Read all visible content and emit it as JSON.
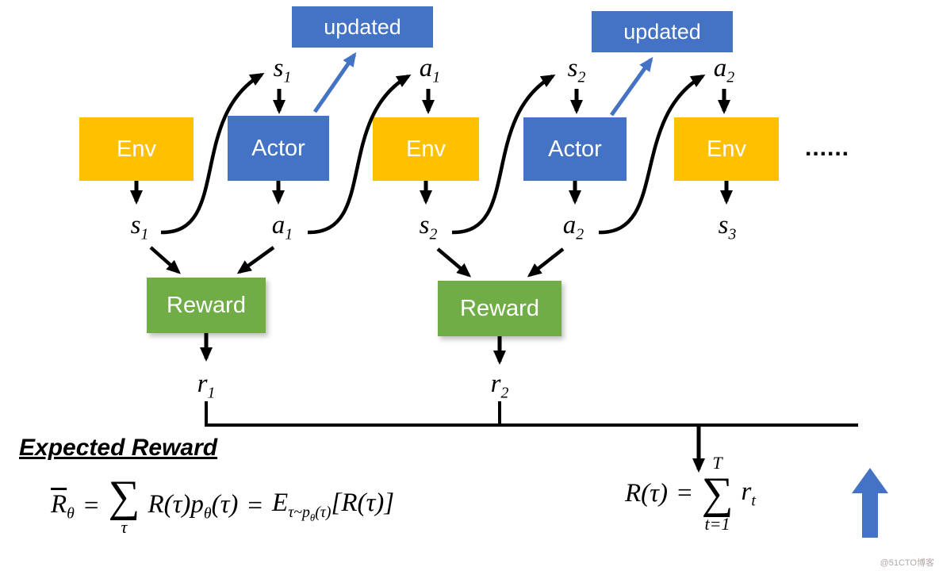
{
  "colors": {
    "env_box": "#FFC000",
    "actor_box": "#4472C4",
    "updated_box": "#4472C4",
    "reward_box": "#70AD47",
    "update_arrow": "#4472C4",
    "big_arrow": "#4472C4",
    "arrow": "#000000",
    "text_on_box": "#FFFFFF",
    "math_text": "#000000",
    "watermark": "#B3A6A6"
  },
  "boxes": {
    "updated_1": "updated",
    "updated_2": "updated",
    "env_1": "Env",
    "actor_1": "Actor",
    "env_2": "Env",
    "actor_2": "Actor",
    "env_3": "Env",
    "reward_1": "Reward",
    "reward_2": "Reward"
  },
  "ellipsis": "......",
  "labels": {
    "s1_top": {
      "base": "s",
      "sub": "1"
    },
    "a1_top": {
      "base": "a",
      "sub": "1"
    },
    "s2_top": {
      "base": "s",
      "sub": "2"
    },
    "a2_top": {
      "base": "a",
      "sub": "2"
    },
    "s1_bottom": {
      "base": "s",
      "sub": "1"
    },
    "a1_bottom": {
      "base": "a",
      "sub": "1"
    },
    "s2_bottom": {
      "base": "s",
      "sub": "2"
    },
    "a2_bottom": {
      "base": "a",
      "sub": "2"
    },
    "s3_bottom": {
      "base": "s",
      "sub": "3"
    },
    "r1": {
      "base": "r",
      "sub": "1"
    },
    "r2": {
      "base": "r",
      "sub": "2"
    }
  },
  "heading": "Expected Reward",
  "formula_main": {
    "lhs_base": "R",
    "lhs_sub": "θ",
    "eq1": "=",
    "sigma": "∑",
    "sigma_below": "τ",
    "mid1": "R(τ)p",
    "mid1_sub": "θ",
    "mid2": "(τ)",
    "eq2": "=",
    "expect_base": "E",
    "expect_sub_1": "τ~p",
    "expect_sub_theta": "θ",
    "expect_sub_2": "(τ)",
    "tail": "[R(τ)]"
  },
  "formula_right": {
    "lhs": "R(τ)",
    "eq": "=",
    "sigma": "∑",
    "sigma_above": "T",
    "sigma_below": "t=1",
    "term_base": "r",
    "term_sub": "t"
  },
  "watermark": "@51CTO博客"
}
